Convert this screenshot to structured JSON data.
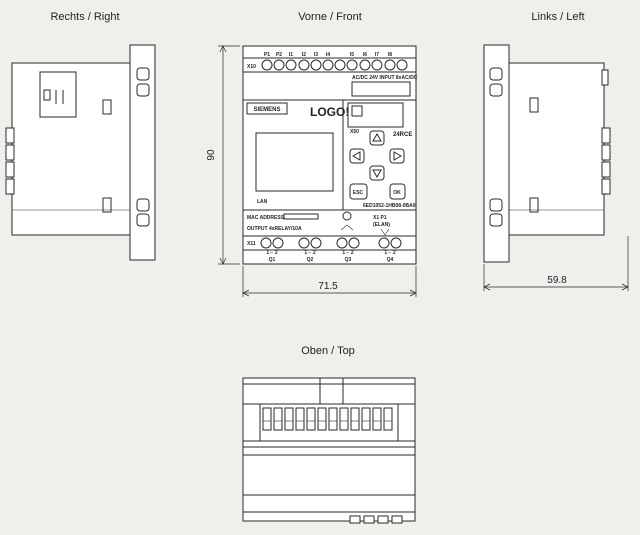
{
  "views": {
    "right": "Rechts / Right",
    "front": "Vorne / Front",
    "left": "Links / Left",
    "top": "Oben / Top"
  },
  "dimensions": {
    "height": "90",
    "width": "71.5",
    "depth": "59.8"
  },
  "front": {
    "input_terminals": [
      "P1",
      "P2",
      "I1",
      "I2",
      "I3",
      "I4",
      "I5",
      "I6",
      "I7",
      "I8"
    ],
    "input_block_label": "X10",
    "input_spec": "AC/DC 24V INPUT 8xAC/DC",
    "brand": "SIEMENS",
    "logo": "LOGO!",
    "card_slot_label": "X50",
    "variant": "24RCE",
    "lan_label": "LAN",
    "esc_label": "ESC",
    "ok_label": "OK",
    "part_number": "6ED1052-1HB08-0BA0",
    "mac_label": "MAC ADDRESS",
    "output_spec": "OUTPUT 4xRELAY/10A",
    "port_label": "X1 P1",
    "port_sub": "(ELAN)",
    "output_block_label": "X11",
    "outputs": [
      "Q1",
      "Q2",
      "Q3",
      "Q4"
    ],
    "output_contact": "1 ⌐ 2"
  }
}
